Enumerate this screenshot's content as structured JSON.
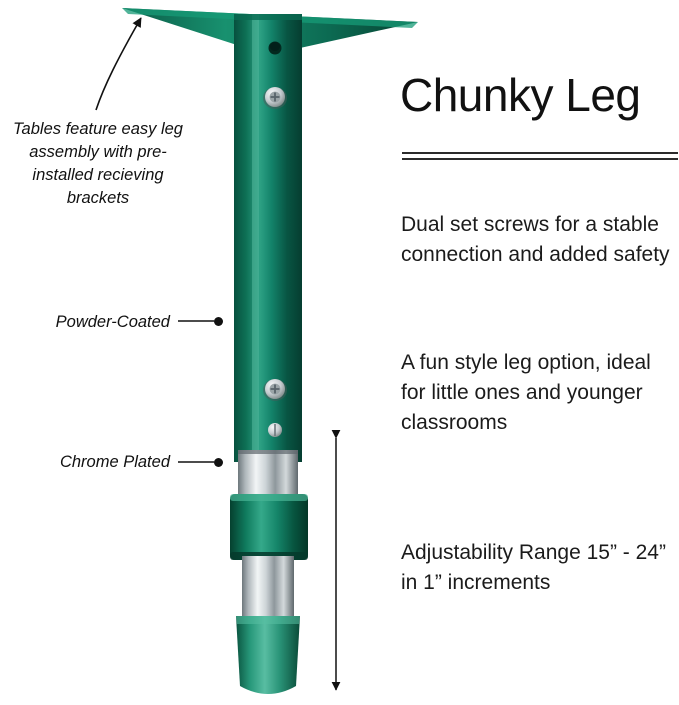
{
  "product": {
    "title": "Chunky Leg",
    "colors": {
      "green_dark": "#0b5c48",
      "green_mid": "#0f7a5f",
      "green_light": "#2fa083",
      "green_highlight": "#6fc2ab",
      "chrome_light": "#e9ecee",
      "chrome_mid": "#b9c0c4",
      "chrome_dark": "#7d878c",
      "ink": "#111111"
    }
  },
  "features": [
    {
      "text": "Dual set screws for a stable connection and added safety"
    },
    {
      "text": "A fun style leg option, ideal for little ones and younger classrooms"
    },
    {
      "text": "Adjustability Range 15” - 24” in 1” increments"
    }
  ],
  "callouts": [
    {
      "name": "bracket-callout",
      "text": "Tables feature easy leg assembly with pre-installed recieving brackets"
    },
    {
      "name": "powder-coated-callout",
      "text": "Powder-Coated"
    },
    {
      "name": "chrome-plated-callout",
      "text": "Chrome Plated"
    }
  ],
  "annotations": {
    "adjust_arrow_label": ""
  }
}
